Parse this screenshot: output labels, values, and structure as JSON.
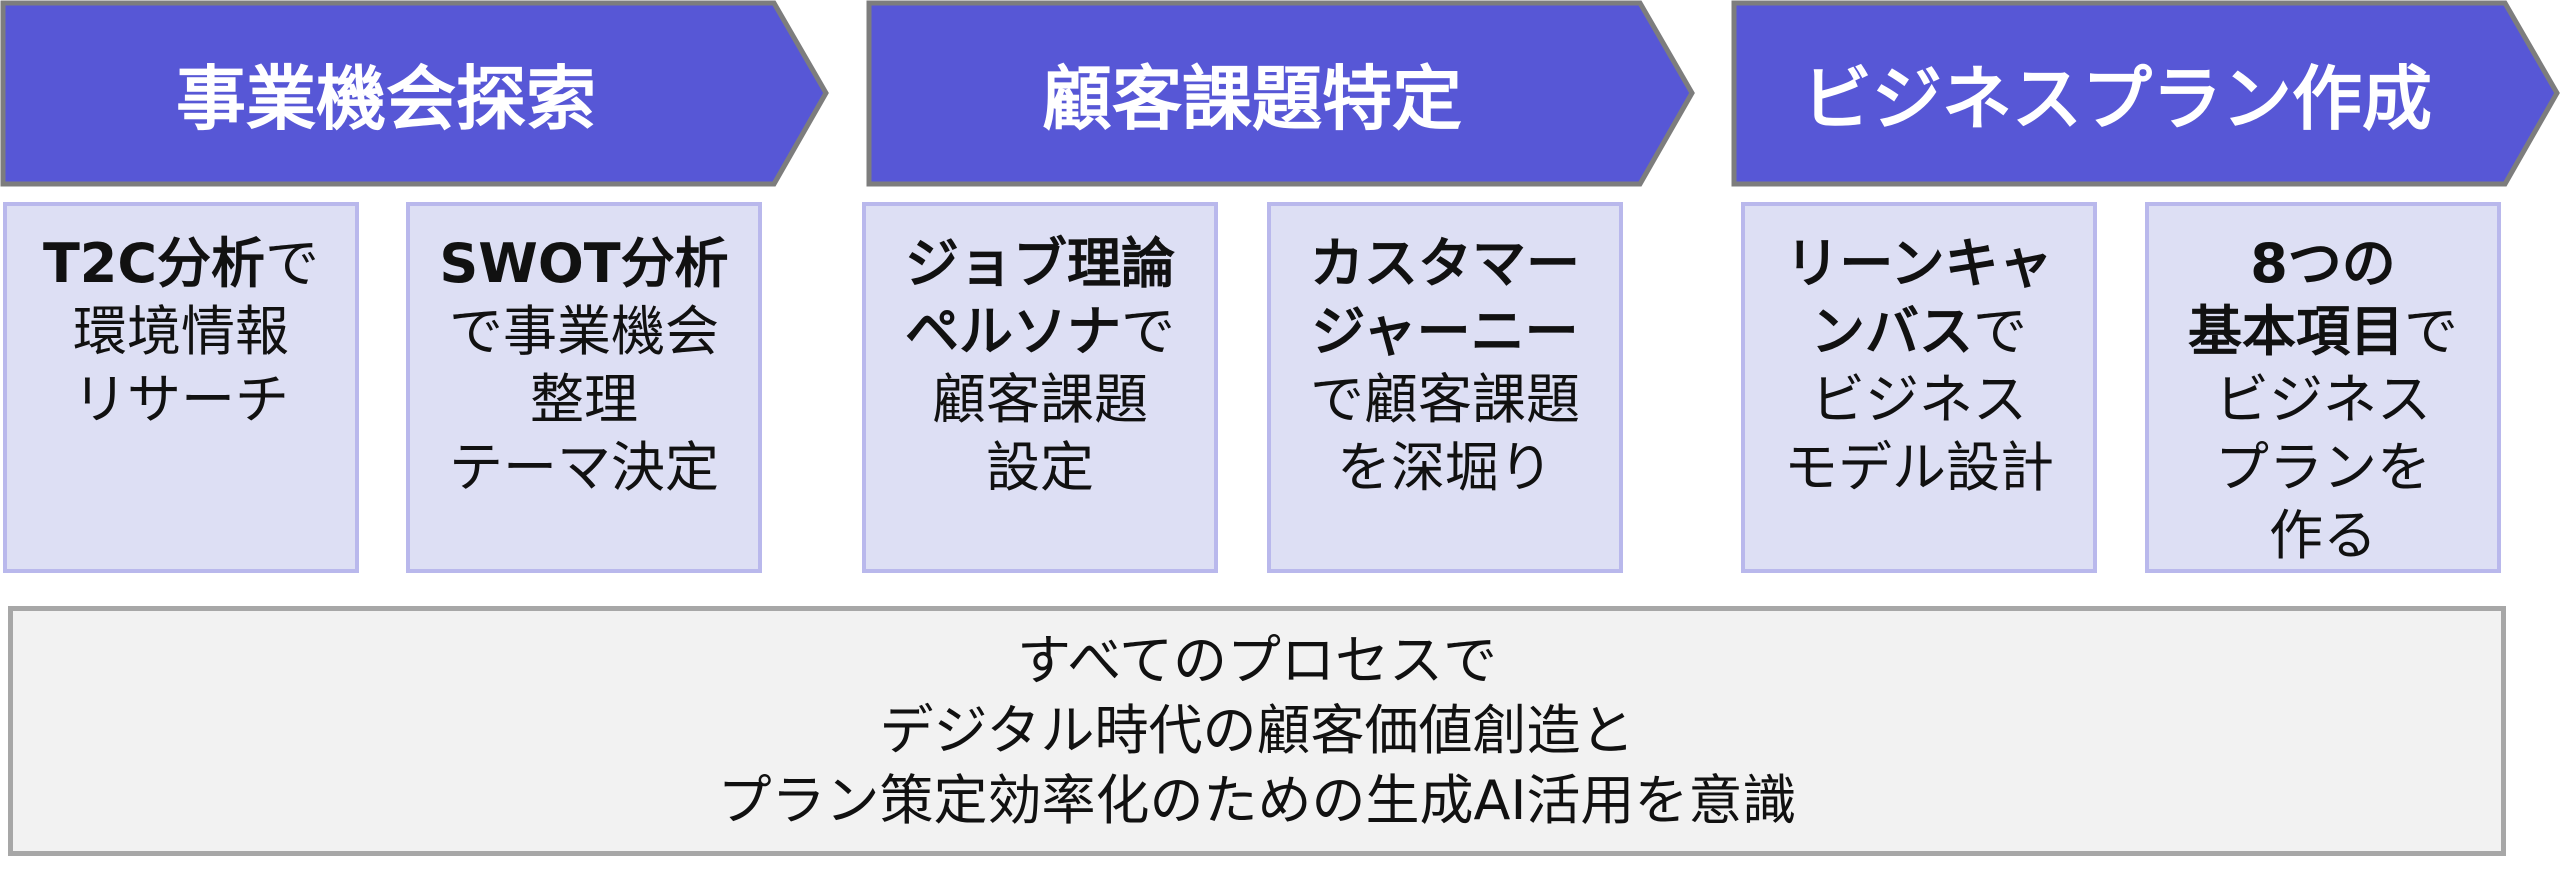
{
  "colors": {
    "phase_fill": "#5757d6",
    "phase_border": "#7d7d7d",
    "card_fill": "#dddff4",
    "card_border": "#b9b8ec",
    "footer_fill": "#f2f2f2",
    "footer_border": "#a7a7a7"
  },
  "phases": [
    {
      "title": "事業機会探索"
    },
    {
      "title": "顧客課題特定"
    },
    {
      "title": "ビジネスプラン作成"
    }
  ],
  "cards": [
    {
      "bold": "T2C分析",
      "rest": "で",
      "lines": [
        "環境情報",
        "リサーチ"
      ]
    },
    {
      "bold": "SWOT分析",
      "lines": [
        "で事業機会",
        "整理",
        "テーマ決定"
      ]
    },
    {
      "bold_lines": [
        "ジョブ理論"
      ],
      "bold": "ペルソナ",
      "rest": "で",
      "lines": [
        "顧客課題",
        "設定"
      ]
    },
    {
      "bold_lines": [
        "カスタマー",
        "ジャーニー"
      ],
      "lines": [
        "で顧客課題",
        "を深堀り"
      ]
    },
    {
      "bold_lines": [
        "リーンキャ"
      ],
      "bold": "ンバス",
      "rest": "で",
      "lines": [
        "ビジネス",
        "モデル設計"
      ]
    },
    {
      "bold_lines": [
        "8つの"
      ],
      "bold": "基本項目",
      "rest": "で",
      "lines": [
        "ビジネス",
        "プランを",
        "作る"
      ]
    }
  ],
  "footer": {
    "lines": [
      "すべてのプロセスで",
      "デジタル時代の顧客価値創造と",
      "プラン策定効率化のための生成AI活用を意識"
    ]
  }
}
